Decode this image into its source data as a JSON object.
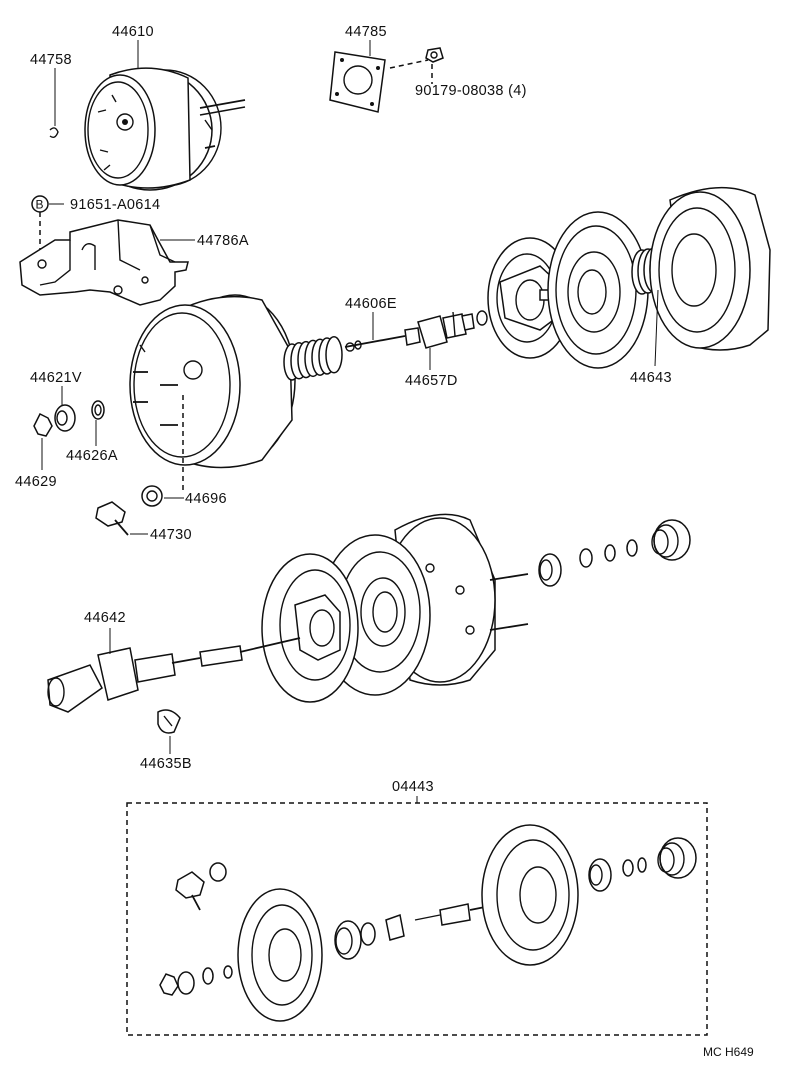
{
  "diagram": {
    "parts": [
      {
        "id": "p44610",
        "label": "44610"
      },
      {
        "id": "p44758",
        "label": "44758"
      },
      {
        "id": "p44785",
        "label": "44785"
      },
      {
        "id": "p90179",
        "label": "90179-08038 (4)"
      },
      {
        "id": "p91651",
        "label": "91651-A0614"
      },
      {
        "id": "p44786A",
        "label": "44786A"
      },
      {
        "id": "p44606E",
        "label": "44606E"
      },
      {
        "id": "p44657D",
        "label": "44657D"
      },
      {
        "id": "p44643",
        "label": "44643"
      },
      {
        "id": "p44621V",
        "label": "44621V"
      },
      {
        "id": "p44626A",
        "label": "44626A"
      },
      {
        "id": "p44629",
        "label": "44629"
      },
      {
        "id": "p44696",
        "label": "44696"
      },
      {
        "id": "p44730",
        "label": "44730"
      },
      {
        "id": "p44642",
        "label": "44642"
      },
      {
        "id": "p44635B",
        "label": "44635B"
      },
      {
        "id": "p04443",
        "label": "04443"
      }
    ],
    "marker_letter": "B",
    "footer_code": "MC H649"
  }
}
